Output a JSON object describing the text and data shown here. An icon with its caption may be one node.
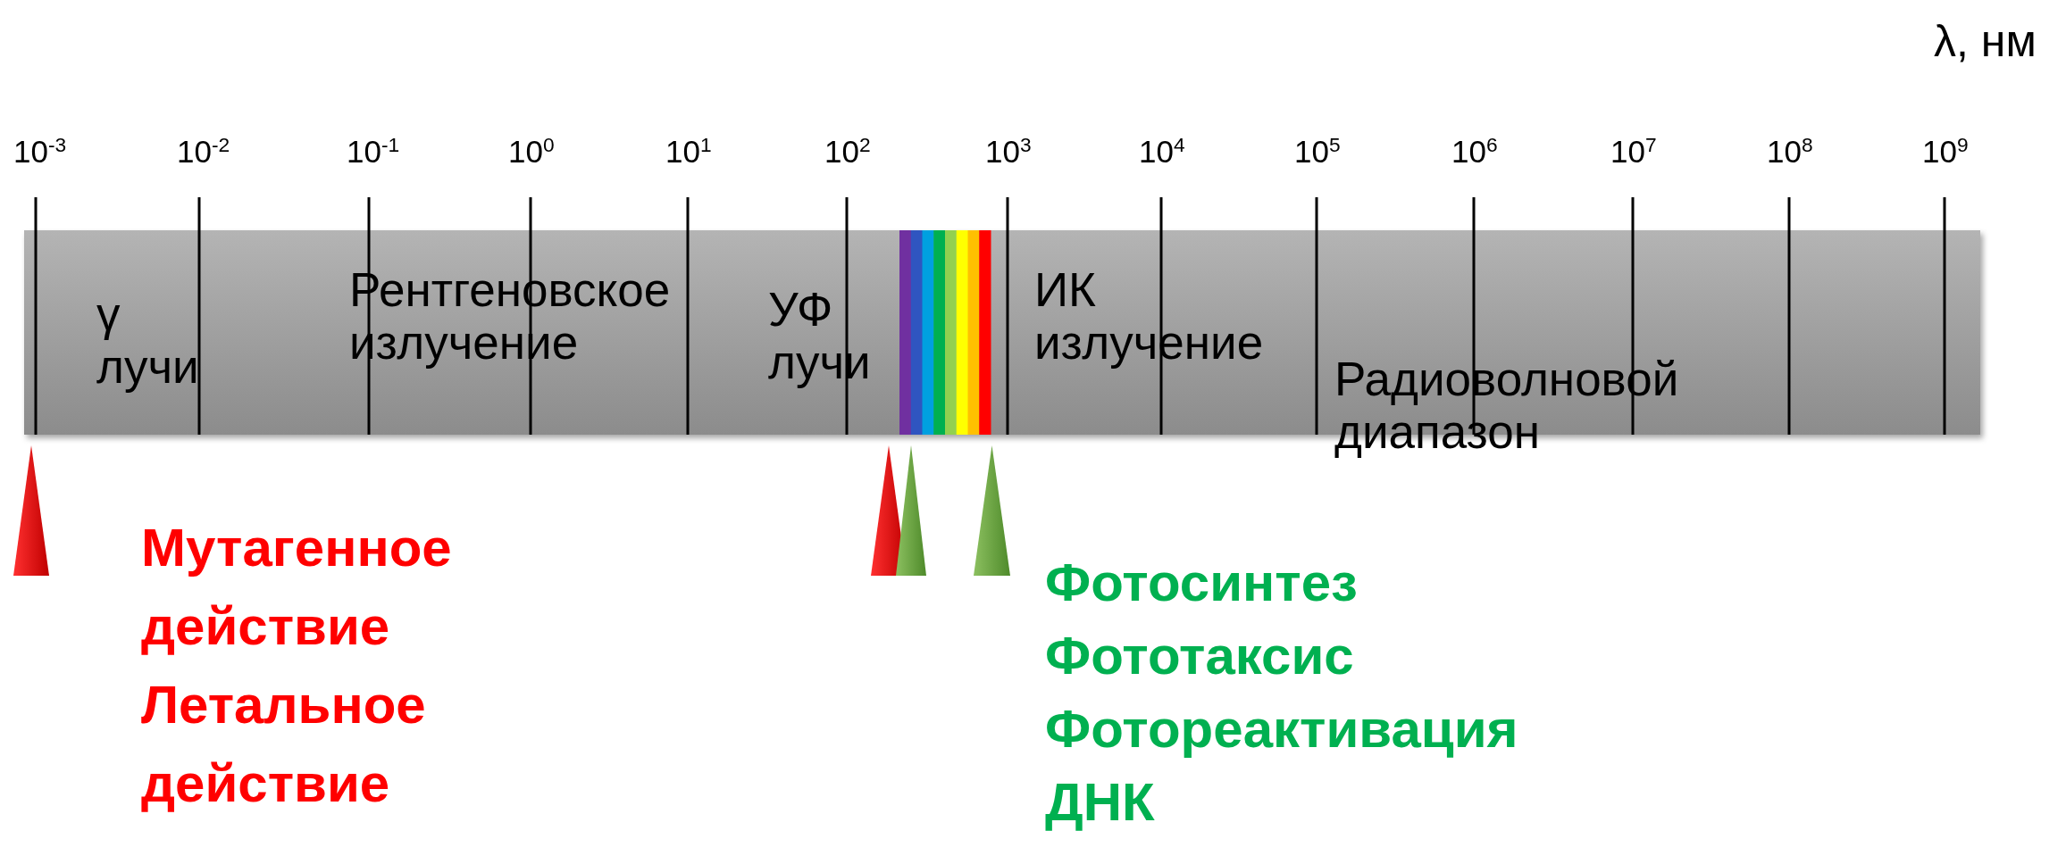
{
  "diagram": {
    "nodes": [
      {
        "text": [],
        "shape": "triangle"
      },
      {
        "text": [],
        "shape": "triangle"
      },
      {
        "text": [],
        "shape": "triangle"
      },
      {
        "text": [],
        "shape": "triangle"
      }
    ],
    "labels": [
      "λ, нм",
      "10$^{-3}$",
      "10$^{-2}$",
      "10$^{-1}$",
      "10$^{0}$",
      "10$^{1}$",
      "10$^{2}$",
      "10$^{3}$",
      "10$^{4}$",
      "10$^{5}$",
      "10$^{6}$",
      "10$^{7}$",
      "10$^{8}$",
      "10$^{9}$",
      "γ лучи",
      "Рентгеновское излучение",
      "УФ лучи",
      "ИК излучение",
      "Радиоволновой диапазон",
      "Мутагенное действие",
      "Летальное действие",
      "Фотосинтез",
      "Фототаксис",
      "Фотореактивация ДНК"
    ]
  }
}
